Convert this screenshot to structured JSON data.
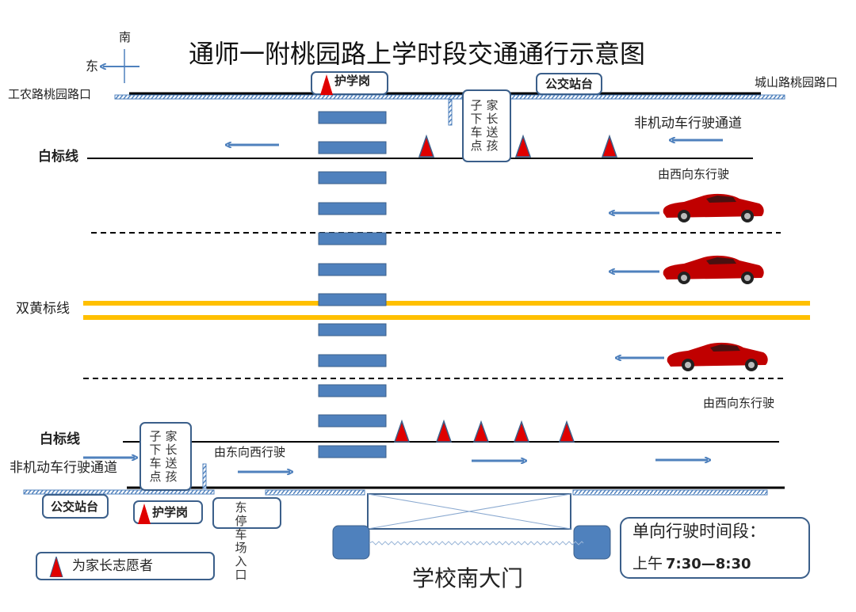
{
  "title": "通师一附桃园路上学时段交通通行示意图",
  "compass": {
    "south": "南",
    "east": "东"
  },
  "intersections": {
    "left": "工农路桃园路口",
    "right": "城山路桃园路口"
  },
  "labels": {
    "guard_post": "护学岗",
    "bus_stop": "公交站台",
    "dropoff_col1": "子下车点",
    "dropoff_col2": "家长送孩",
    "white_line": "白标线",
    "double_yellow": "双黄标线",
    "bike_lane": "非机动车行驶通道",
    "west_to_east": "由西向东行驶",
    "east_to_west": "由东向西行驶",
    "parking_entrance": "东停车场入口",
    "school_gate": "学校南大门",
    "legend_volunteer": "为家长志愿者"
  },
  "schedule": {
    "heading": "单向行驶时间段：",
    "period": "上午",
    "time": "7:30—8:30"
  },
  "colors": {
    "road_blue": "#4f81bd",
    "yellow": "#ffc000",
    "cone_red": "#e00000",
    "arrow": "#4f81bd",
    "car_red": "#c00000"
  }
}
